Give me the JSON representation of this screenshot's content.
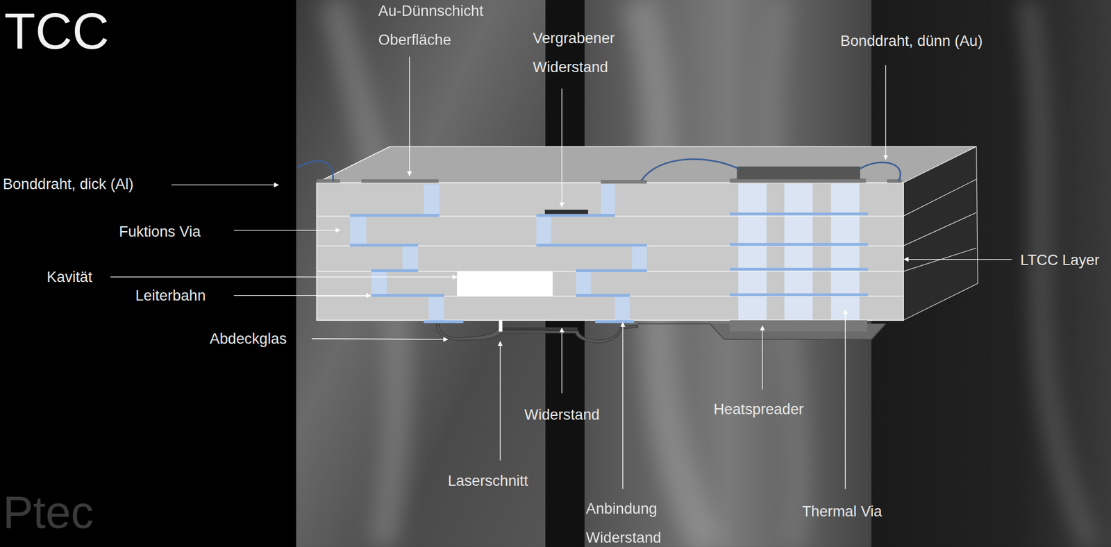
{
  "diagram": {
    "title": "TCC",
    "labels": [
      "Au-Dünnschicht Oberfläche",
      "Vergrabener Widerstand",
      "Bonddraht, dünn (Au)",
      "Bonddraht, dick (Al)",
      "Fuktions Via",
      "Kavität",
      "Leiterbahn",
      "LTCC Layer",
      "Abdeckglas",
      "Widerstand",
      "Heatspreader",
      "Laserschnitt",
      "Anbindung Widerstand",
      "Thermal Via",
      "Ptec"
    ]
  }
}
